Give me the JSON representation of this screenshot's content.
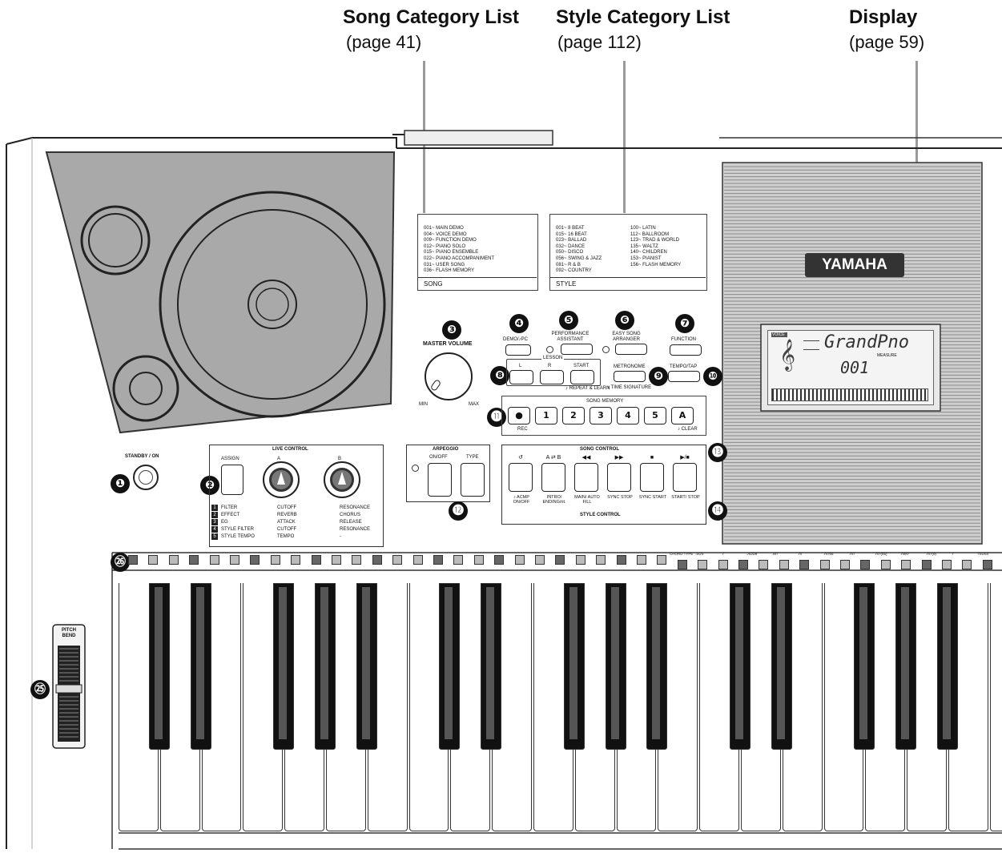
{
  "callouts": {
    "song": {
      "title": "Song Category List",
      "page": "(page 41)"
    },
    "style": {
      "title": "Style Category List",
      "page": "(page 112)"
    },
    "display": {
      "title": "Display",
      "page": "(page 59)"
    }
  },
  "song_list": {
    "footer": "SONG",
    "lines": [
      "001~ MAIN DEMO",
      "004~ VOICE DEMO",
      "009~ FUNCTION DEMO",
      "012~ PIANO SOLO",
      "015~ PIANO ENSEMBLE",
      "022~ PIANO ACCOMPANIMENT",
      "031~ USER SONG",
      "036~ FLASH MEMORY"
    ]
  },
  "style_list": {
    "footer": "STYLE",
    "col1": [
      "001~ 8 BEAT",
      "015~ 16 BEAT",
      "023~ BALLAD",
      "032~ DANCE",
      "050~ DISCO",
      "056~ SWING & JAZZ",
      "081~ R & B",
      "092~ COUNTRY"
    ],
    "col2": [
      "100~ LATIN",
      "112~ BALLROOM",
      "123~ TRAD & WORLD",
      "135~ WALTZ",
      "140~ CHILDREN",
      "153~ PIANIST",
      "156~ FLASH MEMORY"
    ]
  },
  "brand": {
    "logo": "YAMAHA"
  },
  "labels": {
    "master_volume": "MASTER VOLUME",
    "vol_min": "MIN",
    "vol_max": "MAX",
    "standby": "STANDBY / ON",
    "demo": "DEMO/♪PC",
    "performance": "PERFORMANCE ASSISTANT",
    "easy_song": "EASY SONG ARRANGER",
    "function": "FUNCTION",
    "lesson": "LESSON",
    "lesson_l": "L",
    "lesson_r": "R",
    "lesson_start": "START",
    "lesson_sub": "♪ REPEAT & LEARN",
    "metronome": "METRONOME",
    "time_sig": "♪ TIME SIGNATURE",
    "tempo": "TEMPO/TAP",
    "song_memory": "SONG MEMORY",
    "rec": "REC",
    "clear": "♪ CLEAR",
    "live_control": "LIVE CONTROL",
    "assign": "ASSIGN",
    "knob_a": "A",
    "knob_b": "B",
    "arpeggio": "ARPEGGIO",
    "arp_onoff": "ON/OFF",
    "arp_type": "TYPE",
    "song_control": "SONG CONTROL",
    "style_control": "STYLE CONTROL",
    "pitch_bend": "PITCH BEND"
  },
  "song_memory_buttons": [
    "●",
    "1",
    "2",
    "3",
    "4",
    "5",
    "A"
  ],
  "song_control_top": [
    "↺",
    "A ⇄ B",
    "◀◀",
    "▶▶",
    "■",
    "▶/■"
  ],
  "style_control_bottom": [
    "♪ ACMP ON/OFF",
    "INTRO/ ENDING/rit.",
    "MAIN/ AUTO FILL",
    "SYNC STOP",
    "SYNC START",
    "START/ STOP"
  ],
  "live_table": [
    {
      "n": "1",
      "name": "FILTER",
      "a": "CUTOFF",
      "b": "RESONANCE"
    },
    {
      "n": "2",
      "name": "EFFECT",
      "a": "REVERB",
      "b": "CHORUS"
    },
    {
      "n": "3",
      "name": "EG",
      "a": "ATTACK",
      "b": "RELEASE"
    },
    {
      "n": "4",
      "name": "STYLE FILTER",
      "a": "CUTOFF",
      "b": "RESONANCE"
    },
    {
      "n": "5",
      "name": "STYLE TEMPO",
      "a": "TEMPO",
      "b": "-"
    }
  ],
  "display": {
    "voice_name": "GrandPno",
    "number": "001",
    "tag": "VOICE",
    "sub": "MEASURE"
  },
  "strip_labels": [
    "CHORD TYPE",
    ".SUS",
    ".7",
    ".ADD9",
    ".M7",
    ".m",
    ".m7b5",
    ".m7",
    ".m7(b5)",
    ".mM7",
    ".m7(9)",
    "7",
    "7SUS4"
  ],
  "markers": [
    "❶",
    "❷",
    "❸",
    "❹",
    "❺",
    "❻",
    "❼",
    "❽",
    "❾",
    "❿",
    "⓫",
    "⓬",
    "⓭",
    "⓮",
    "㉕",
    "㉖"
  ]
}
